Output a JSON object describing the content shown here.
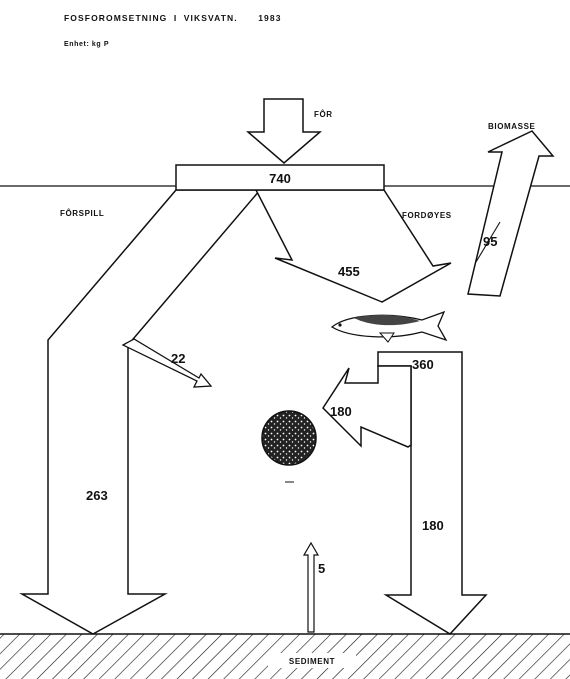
{
  "title": "FOSFOROMSETNING I VIKSVATN.",
  "year": "1983",
  "unit": "Enhet: kg P",
  "labels": {
    "feed": "FÔR",
    "biomass": "BIOMASSE",
    "waste": "FÔRSPILL",
    "eaten": "FORDØYES",
    "sediment": "SEDIMENT"
  },
  "values": {
    "total_feed": "740",
    "digested": "455",
    "biomass": "95",
    "waste_to_sediment": "263",
    "waste_to_water": "22",
    "fish_output": "360",
    "fish_to_water": "180",
    "fish_to_sediment": "180",
    "release_from_sediment": "5"
  }
}
